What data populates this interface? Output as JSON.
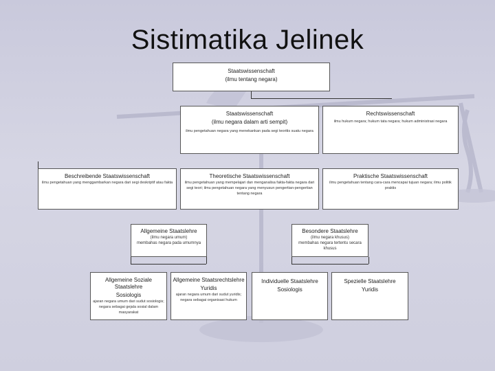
{
  "slide": {
    "title": "Sistimatika Jelinek"
  },
  "diagram": {
    "root": {
      "title": "Staatswissenschaft",
      "subtitle": "(ilmu tentang negara)"
    },
    "level1": [
      {
        "title": "Staatswissenschaft",
        "subtitle": "(ilmu negara dalam arti sempit)",
        "desc": "ilmu pengetahuan negara yang menekankan pada segi teoritis suatu negara"
      },
      {
        "title": "Rechtswissenschaft",
        "desc": "ilmu hukum negara; hukum tata negara; hukum administrasi negara"
      }
    ],
    "level2": [
      {
        "title": "Beschreibende Staatswissenschaft",
        "desc": "ilmu pengetahuan yang menggambarkan negara dari segi deskriptif atau fakta"
      },
      {
        "title": "Theoretische Staatswissenschaft",
        "desc": "ilmu pengetahuan yang mempelajari dan menganalisa fakta-fakta negara dari segi teori; ilmu pengetahuan negara yang menyusun pengertian-pengertian tentang negara"
      },
      {
        "title": "Praktische Staatswissenschaft",
        "desc": "ilmu pengetahuan tentang cara-cara mencapai tujuan negara; ilmu politik praktis"
      }
    ],
    "level3": [
      {
        "title": "Allgemeine Staatslehre",
        "subtitle": "(ilmu negara umum)",
        "desc": "membahas negara pada umumnya"
      },
      {
        "title": "Besondere Staatslehre",
        "subtitle": "(ilmu negara khusus)",
        "desc": "membahas negara tertentu secara khusus"
      }
    ],
    "level4": [
      {
        "title": "Allgemeine Soziale Staatslehre",
        "subtitle": "Sosiologis",
        "desc": "ajaran negara umum dari sudut sosiologis; negara sebagai gejala sosial dalam masyarakat"
      },
      {
        "title": "Allgemeine Staatsrechtslehre",
        "subtitle": "Yuridis",
        "desc": "ajaran negara umum dari sudut yuridis; negara sebagai organisasi hukum"
      },
      {
        "title": "Individuelle Staatslehre",
        "subtitle": "Sosiologis"
      },
      {
        "title": "Spezielle Staatslehre",
        "subtitle": "Yuridis"
      }
    ]
  }
}
